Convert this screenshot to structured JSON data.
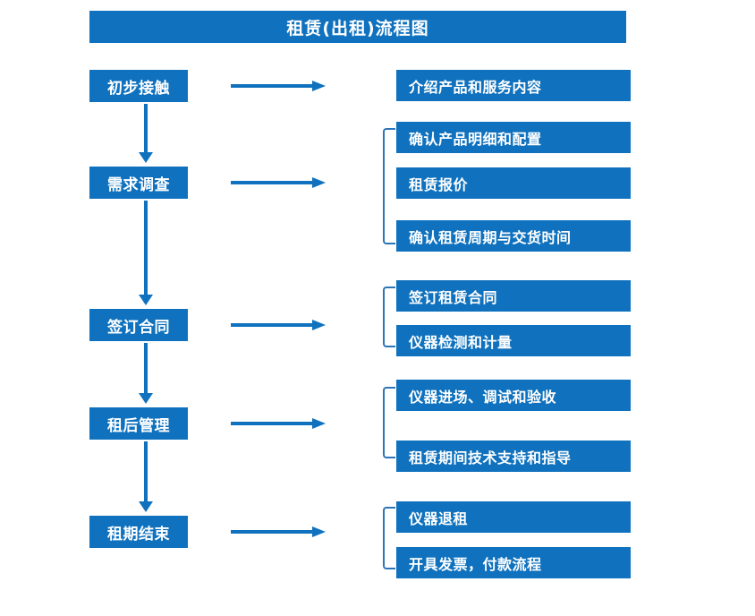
{
  "title": "租赁(出租)流程图",
  "theme": {
    "box_blue": "#1072BE",
    "bracket_blue": "#2E75B6",
    "text_white": "#FFFFFF",
    "background": "#FFFFFF"
  },
  "stages": [
    {
      "label": "初步接触"
    },
    {
      "label": "需求调查"
    },
    {
      "label": "签订合同"
    },
    {
      "label": "租后管理"
    },
    {
      "label": "租期结束"
    }
  ],
  "details": [
    {
      "label": "介绍产品和服务内容"
    },
    {
      "label": "确认产品明细和配置"
    },
    {
      "label": "租赁报价"
    },
    {
      "label": "确认租赁周期与交货时间"
    },
    {
      "label": "签订租赁合同"
    },
    {
      "label": "仪器检测和计量"
    },
    {
      "label": "仪器进场、调试和验收"
    },
    {
      "label": "租赁期间技术支持和指导"
    },
    {
      "label": "仪器退租"
    },
    {
      "label": "开具发票，付款流程"
    }
  ],
  "connectors": {
    "horizontal_arrow_count": 5,
    "vertical_arrow_count": 4,
    "bracket_count": 4
  }
}
